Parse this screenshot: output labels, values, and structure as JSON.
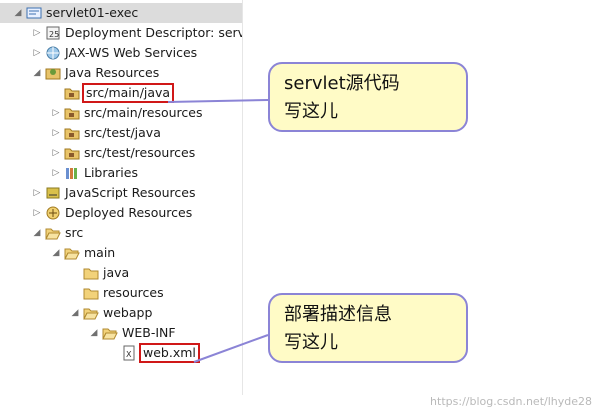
{
  "tree": [
    {
      "label": "servlet01-exec",
      "indent": 0,
      "twisty": "open",
      "icon": "web-project-icon",
      "selected": true
    },
    {
      "label": "Deployment Descriptor: servle",
      "indent": 1,
      "twisty": "closed",
      "icon": "deployment-descriptor-icon"
    },
    {
      "label": "JAX-WS Web Services",
      "indent": 1,
      "twisty": "closed",
      "icon": "web-services-icon"
    },
    {
      "label": "Java Resources",
      "indent": 1,
      "twisty": "open",
      "icon": "java-resources-icon"
    },
    {
      "label": "src/main/java",
      "indent": 2,
      "twisty": "none",
      "icon": "source-folder-icon",
      "highlight": true
    },
    {
      "label": "src/main/resources",
      "indent": 2,
      "twisty": "closed",
      "icon": "source-folder-icon"
    },
    {
      "label": "src/test/java",
      "indent": 2,
      "twisty": "closed",
      "icon": "source-folder-icon"
    },
    {
      "label": "src/test/resources",
      "indent": 2,
      "twisty": "closed",
      "icon": "source-folder-icon"
    },
    {
      "label": "Libraries",
      "indent": 2,
      "twisty": "closed",
      "icon": "libraries-icon"
    },
    {
      "label": "JavaScript Resources",
      "indent": 1,
      "twisty": "closed",
      "icon": "javascript-resources-icon"
    },
    {
      "label": "Deployed Resources",
      "indent": 1,
      "twisty": "closed",
      "icon": "deployed-resources-icon"
    },
    {
      "label": "src",
      "indent": 1,
      "twisty": "open",
      "icon": "folder-open-icon"
    },
    {
      "label": "main",
      "indent": 2,
      "twisty": "open",
      "icon": "folder-open-icon"
    },
    {
      "label": "java",
      "indent": 3,
      "twisty": "none",
      "icon": "folder-icon"
    },
    {
      "label": "resources",
      "indent": 3,
      "twisty": "none",
      "icon": "folder-icon"
    },
    {
      "label": "webapp",
      "indent": 3,
      "twisty": "open",
      "icon": "folder-open-icon"
    },
    {
      "label": "WEB-INF",
      "indent": 4,
      "twisty": "open",
      "icon": "folder-open-icon"
    },
    {
      "label": "web.xml",
      "indent": 5,
      "twisty": "none",
      "icon": "xml-file-icon",
      "highlight": true
    }
  ],
  "callouts": {
    "servlet_line1": "servlet源代码",
    "servlet_line2": "写这儿",
    "descriptor_line1": "部署描述信息",
    "descriptor_line2": "写这儿"
  },
  "watermark": "https://blog.csdn.net/lhyde28",
  "colors": {
    "highlight": "#d01818",
    "callout_fill": "#fffbc6",
    "callout_border": "#8b84d6",
    "selection": "#dcdcdc"
  }
}
